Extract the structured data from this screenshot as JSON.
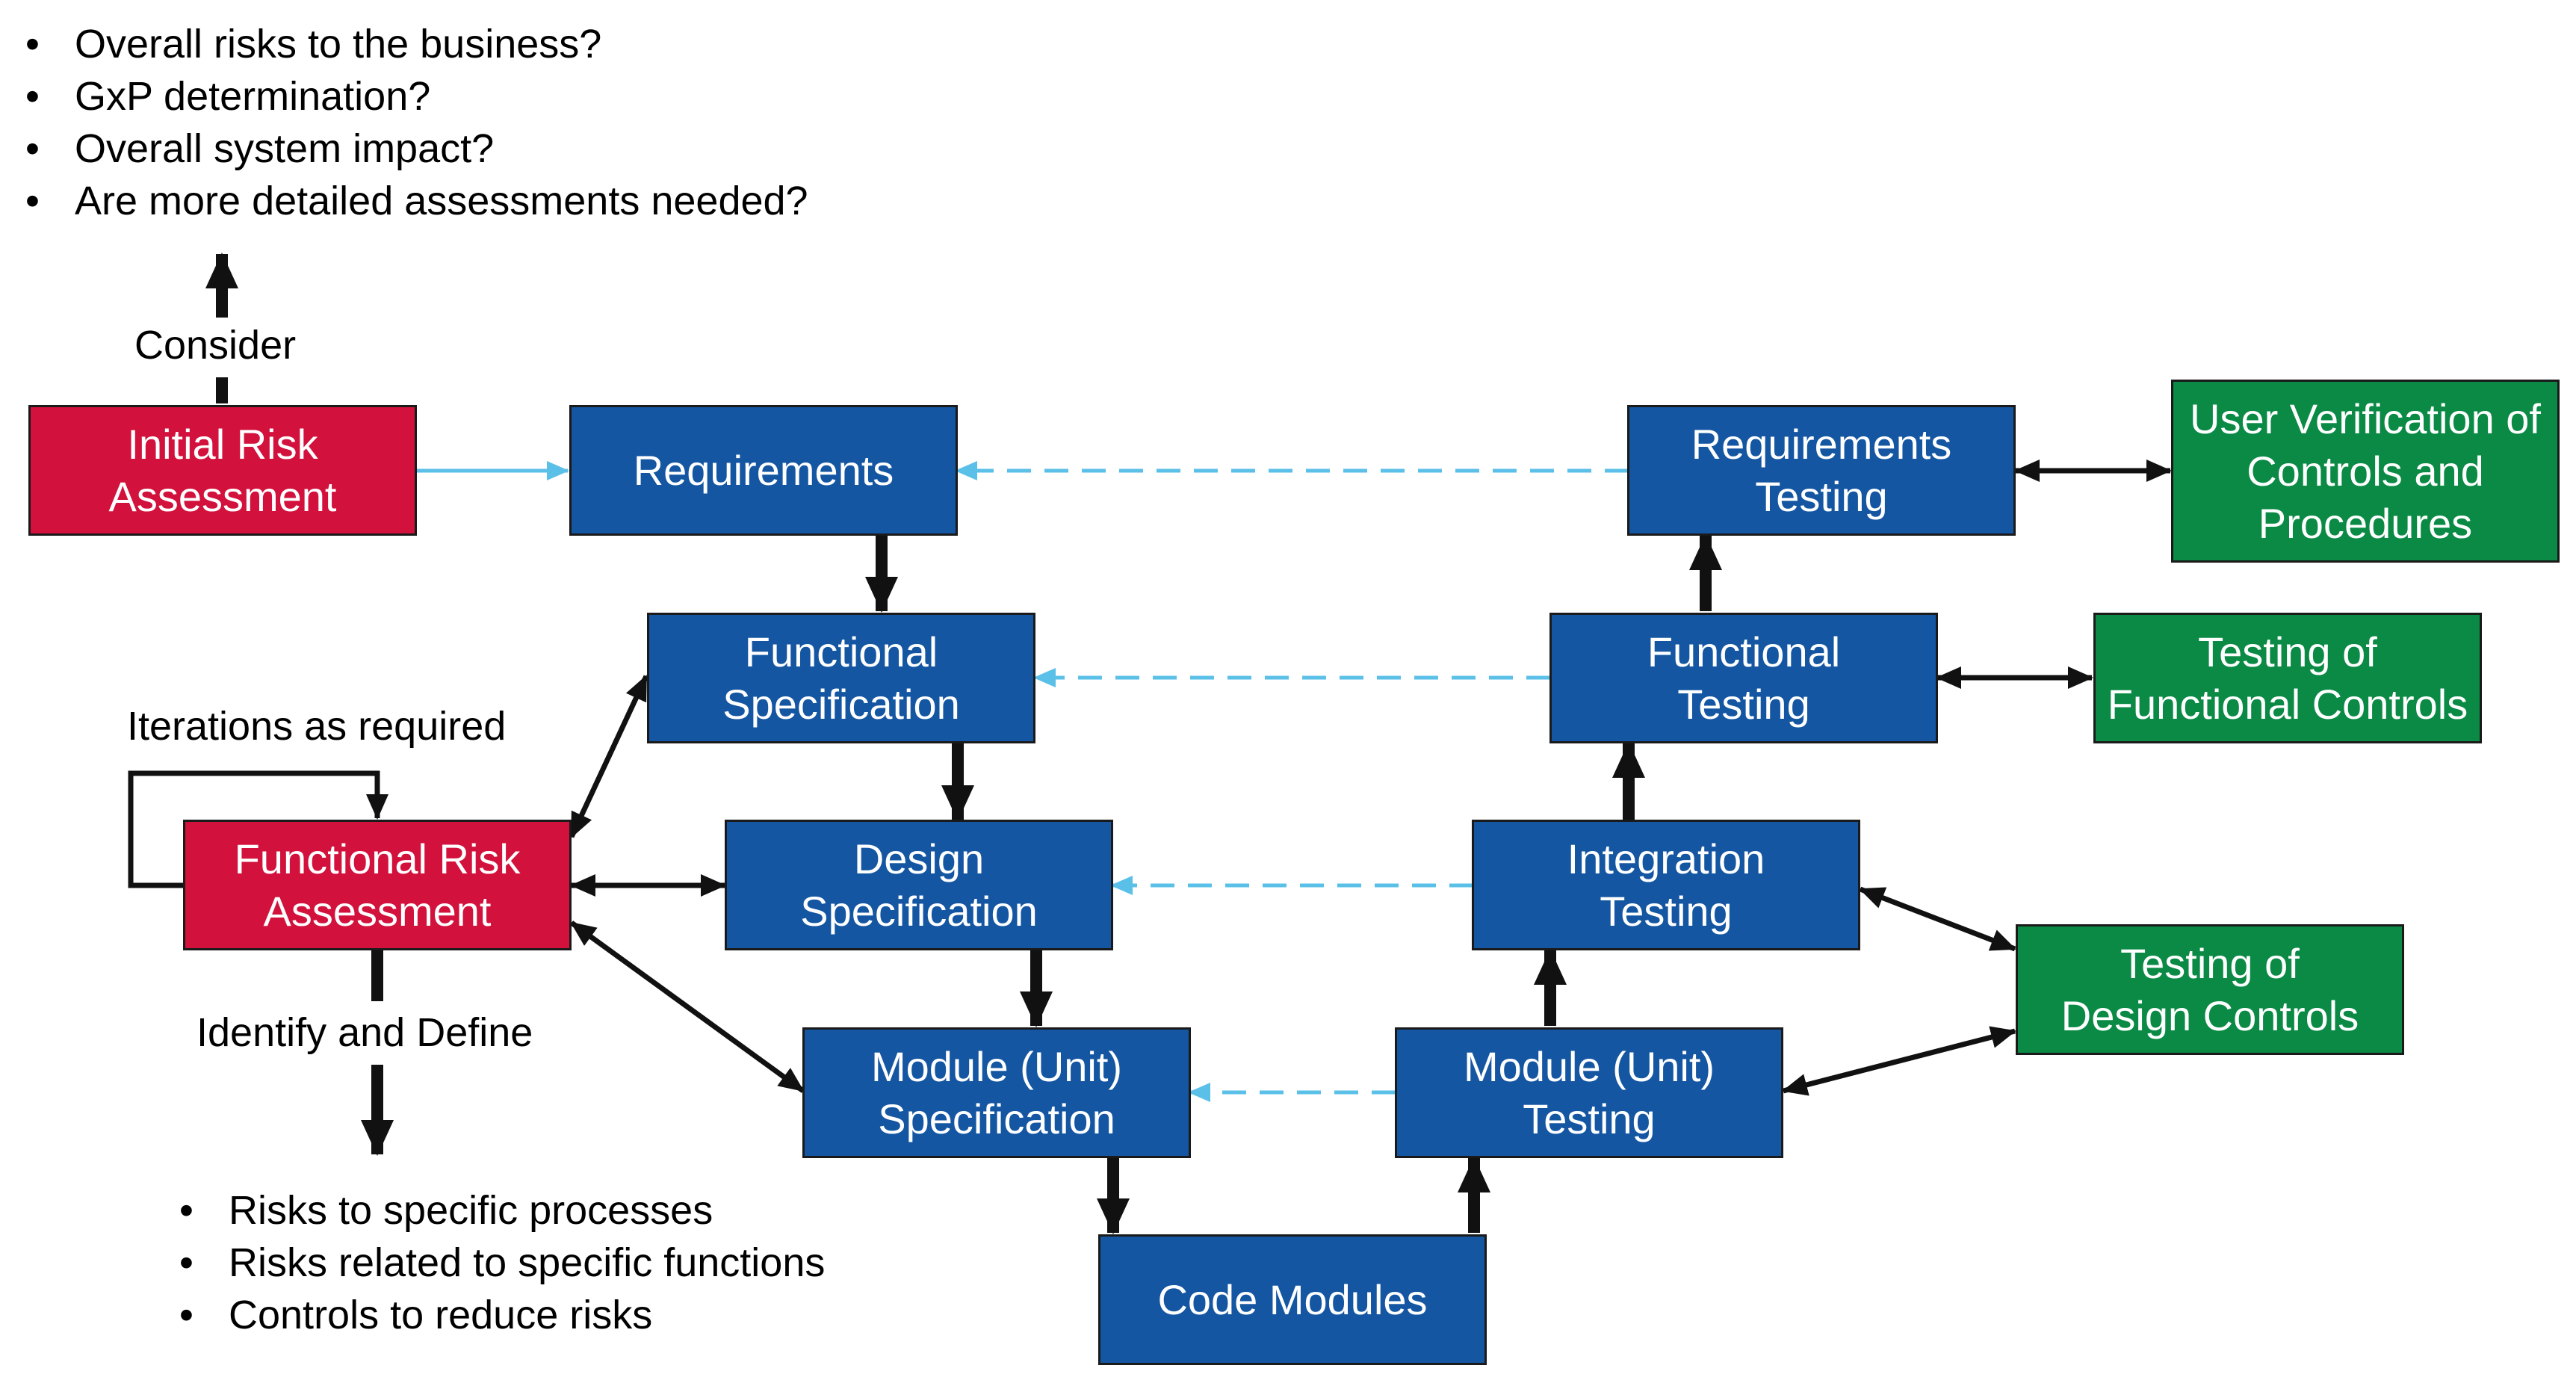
{
  "top_bullets": [
    "Overall risks to the business?",
    "GxP determination?",
    "Overall system impact?",
    "Are more detailed assessments needed?"
  ],
  "bottom_bullets": [
    "Risks to specific processes",
    "Risks related to specific functions",
    "Controls to reduce risks"
  ],
  "labels": {
    "consider": "Consider",
    "iterations": "Iterations as required",
    "identify": "Identify and Define"
  },
  "boxes": {
    "initial_risk": "Initial Risk\nAssessment",
    "functional_risk": "Functional Risk\nAssessment",
    "requirements": "Requirements",
    "functional_spec": "Functional\nSpecification",
    "design_spec": "Design\nSpecification",
    "module_spec": "Module (Unit)\nSpecification",
    "code_modules": "Code Modules",
    "module_testing": "Module (Unit)\nTesting",
    "integration_testing": "Integration\nTesting",
    "functional_testing": "Functional\nTesting",
    "requirements_testing": "Requirements\nTesting",
    "user_verification": "User Verification of\nControls and\nProcedures",
    "testing_functional_controls": "Testing of\nFunctional Controls",
    "testing_design_controls": "Testing of\nDesign Controls"
  },
  "colors": {
    "spec_blue": "#1456a2",
    "risk_red": "#d2113c",
    "control_green": "#0a8a44",
    "trace_link": "#5bc0e8"
  }
}
